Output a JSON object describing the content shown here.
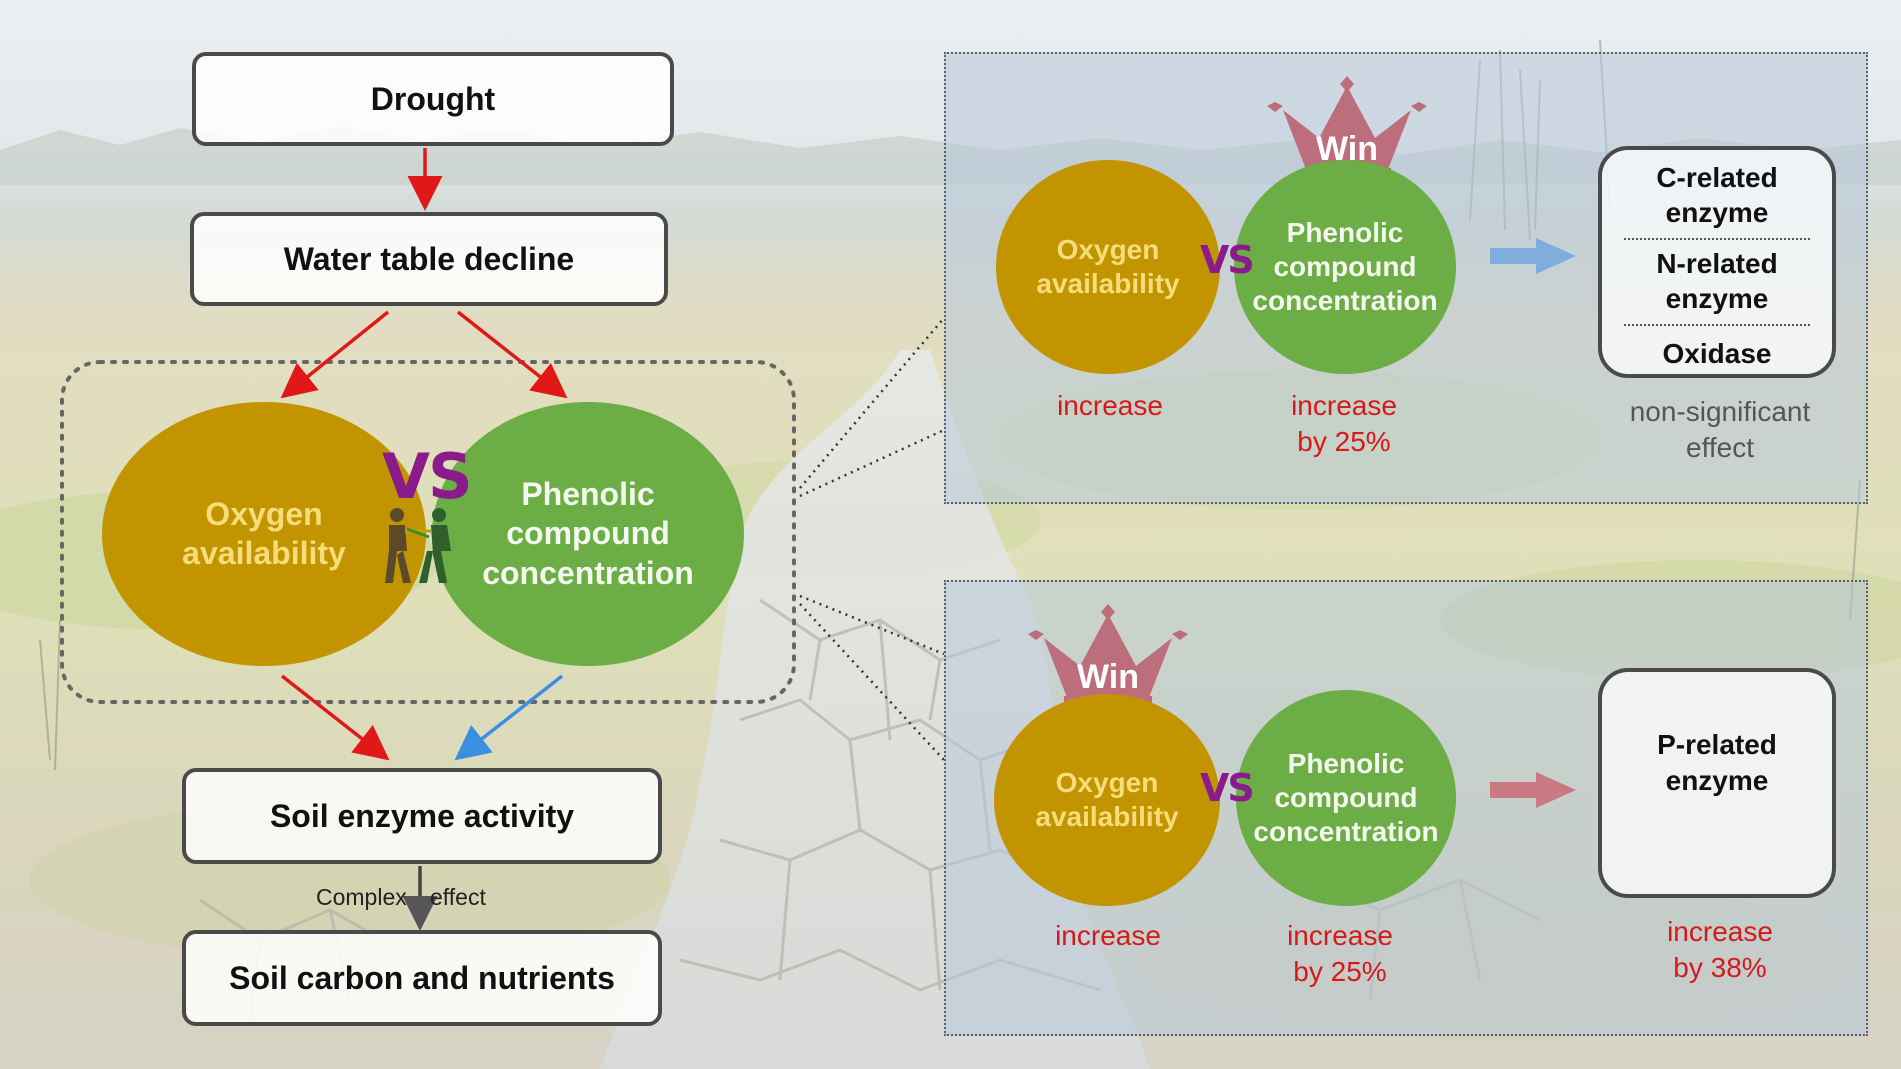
{
  "flow": {
    "drought": "Drought",
    "water_table": "Water table decline",
    "oxygen": [
      "Oxygen",
      "availability"
    ],
    "phenolic": [
      "Phenolic",
      "compound",
      "concentration"
    ],
    "vs": "VS",
    "soil_enzyme": "Soil enzyme activity",
    "effect_left": "Complex",
    "effect_right": "effect",
    "soil_carbon": "Soil carbon and nutrients"
  },
  "top_panel": {
    "crown": "Win",
    "oxygen": [
      "Oxygen",
      "availability"
    ],
    "phenolic": [
      "Phenolic",
      "compound",
      "concentration"
    ],
    "vs": "VS",
    "oxygen_change": "increase",
    "phenolic_change": [
      "increase",
      "by 25%"
    ],
    "enzymes": [
      [
        "C-related",
        "enzyme"
      ],
      [
        "N-related",
        "enzyme"
      ],
      [
        "Oxidase"
      ]
    ],
    "result": [
      "non-significant",
      "effect"
    ]
  },
  "bottom_panel": {
    "crown": "Win",
    "oxygen": [
      "Oxygen",
      "availability"
    ],
    "phenolic": [
      "Phenolic",
      "compound",
      "concentration"
    ],
    "vs": "VS",
    "oxygen_change": "increase",
    "phenolic_change": [
      "increase",
      "by 25%"
    ],
    "enzymes": [
      [
        "P-related",
        "enzyme"
      ]
    ],
    "result": [
      "increase",
      "by 38%"
    ]
  },
  "colors": {
    "oxygen": "#c29400",
    "phenolic": "#6cad45",
    "vs": "#8b1a8b",
    "red_arrow": "#e01818",
    "blue_arrow": "#3a8fe0",
    "crown": "#c0000c"
  }
}
